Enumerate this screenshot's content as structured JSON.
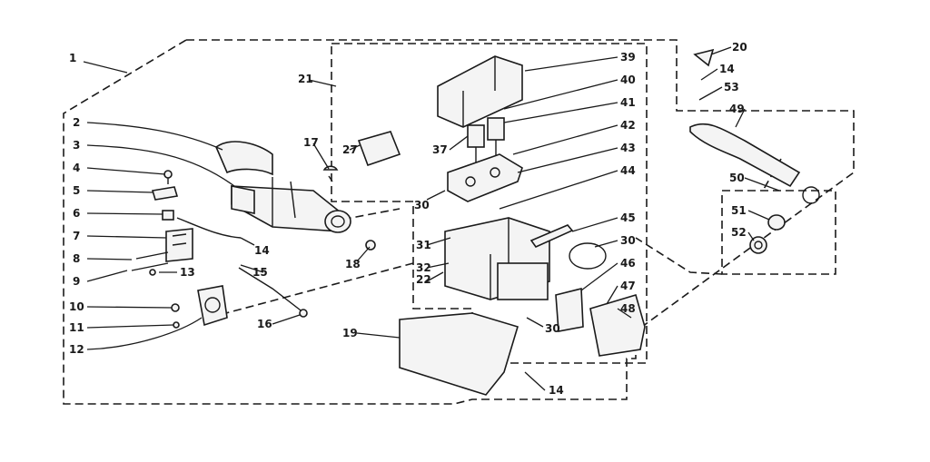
{
  "callouts": [
    {
      "id": "c1",
      "text": "1"
    },
    {
      "id": "c2",
      "text": "2"
    },
    {
      "id": "c3",
      "text": "3"
    },
    {
      "id": "c4",
      "text": "4"
    },
    {
      "id": "c5",
      "text": "5"
    },
    {
      "id": "c6",
      "text": "6"
    },
    {
      "id": "c7",
      "text": "7"
    },
    {
      "id": "c8",
      "text": "8"
    },
    {
      "id": "c9",
      "text": "9"
    },
    {
      "id": "c10",
      "text": "10"
    },
    {
      "id": "c11",
      "text": "11"
    },
    {
      "id": "c12",
      "text": "12"
    },
    {
      "id": "c13",
      "text": "13"
    },
    {
      "id": "c14a",
      "text": "14"
    },
    {
      "id": "c15",
      "text": "15"
    },
    {
      "id": "c16",
      "text": "16"
    },
    {
      "id": "c17",
      "text": "17"
    },
    {
      "id": "c18",
      "text": "18"
    },
    {
      "id": "c19",
      "text": "19"
    },
    {
      "id": "c14b",
      "text": "14"
    },
    {
      "id": "c21",
      "text": "21"
    },
    {
      "id": "c27",
      "text": "27"
    },
    {
      "id": "c30a",
      "text": "30"
    },
    {
      "id": "c31",
      "text": "31"
    },
    {
      "id": "c32",
      "text": "32"
    },
    {
      "id": "c22",
      "text": "22"
    },
    {
      "id": "c30b",
      "text": "30"
    },
    {
      "id": "c37",
      "text": "37"
    },
    {
      "id": "c39",
      "text": "39"
    },
    {
      "id": "c40",
      "text": "40"
    },
    {
      "id": "c41",
      "text": "41"
    },
    {
      "id": "c42",
      "text": "42"
    },
    {
      "id": "c43",
      "text": "43"
    },
    {
      "id": "c44",
      "text": "44"
    },
    {
      "id": "c45",
      "text": "45"
    },
    {
      "id": "c30c",
      "text": "30"
    },
    {
      "id": "c46",
      "text": "46"
    },
    {
      "id": "c47",
      "text": "47"
    },
    {
      "id": "c48",
      "text": "48"
    },
    {
      "id": "c20",
      "text": "20"
    },
    {
      "id": "c14c",
      "text": "14"
    },
    {
      "id": "c53",
      "text": "53"
    },
    {
      "id": "c49",
      "text": "49"
    },
    {
      "id": "c50",
      "text": "50"
    },
    {
      "id": "c51",
      "text": "51"
    },
    {
      "id": "c52",
      "text": "52"
    }
  ]
}
